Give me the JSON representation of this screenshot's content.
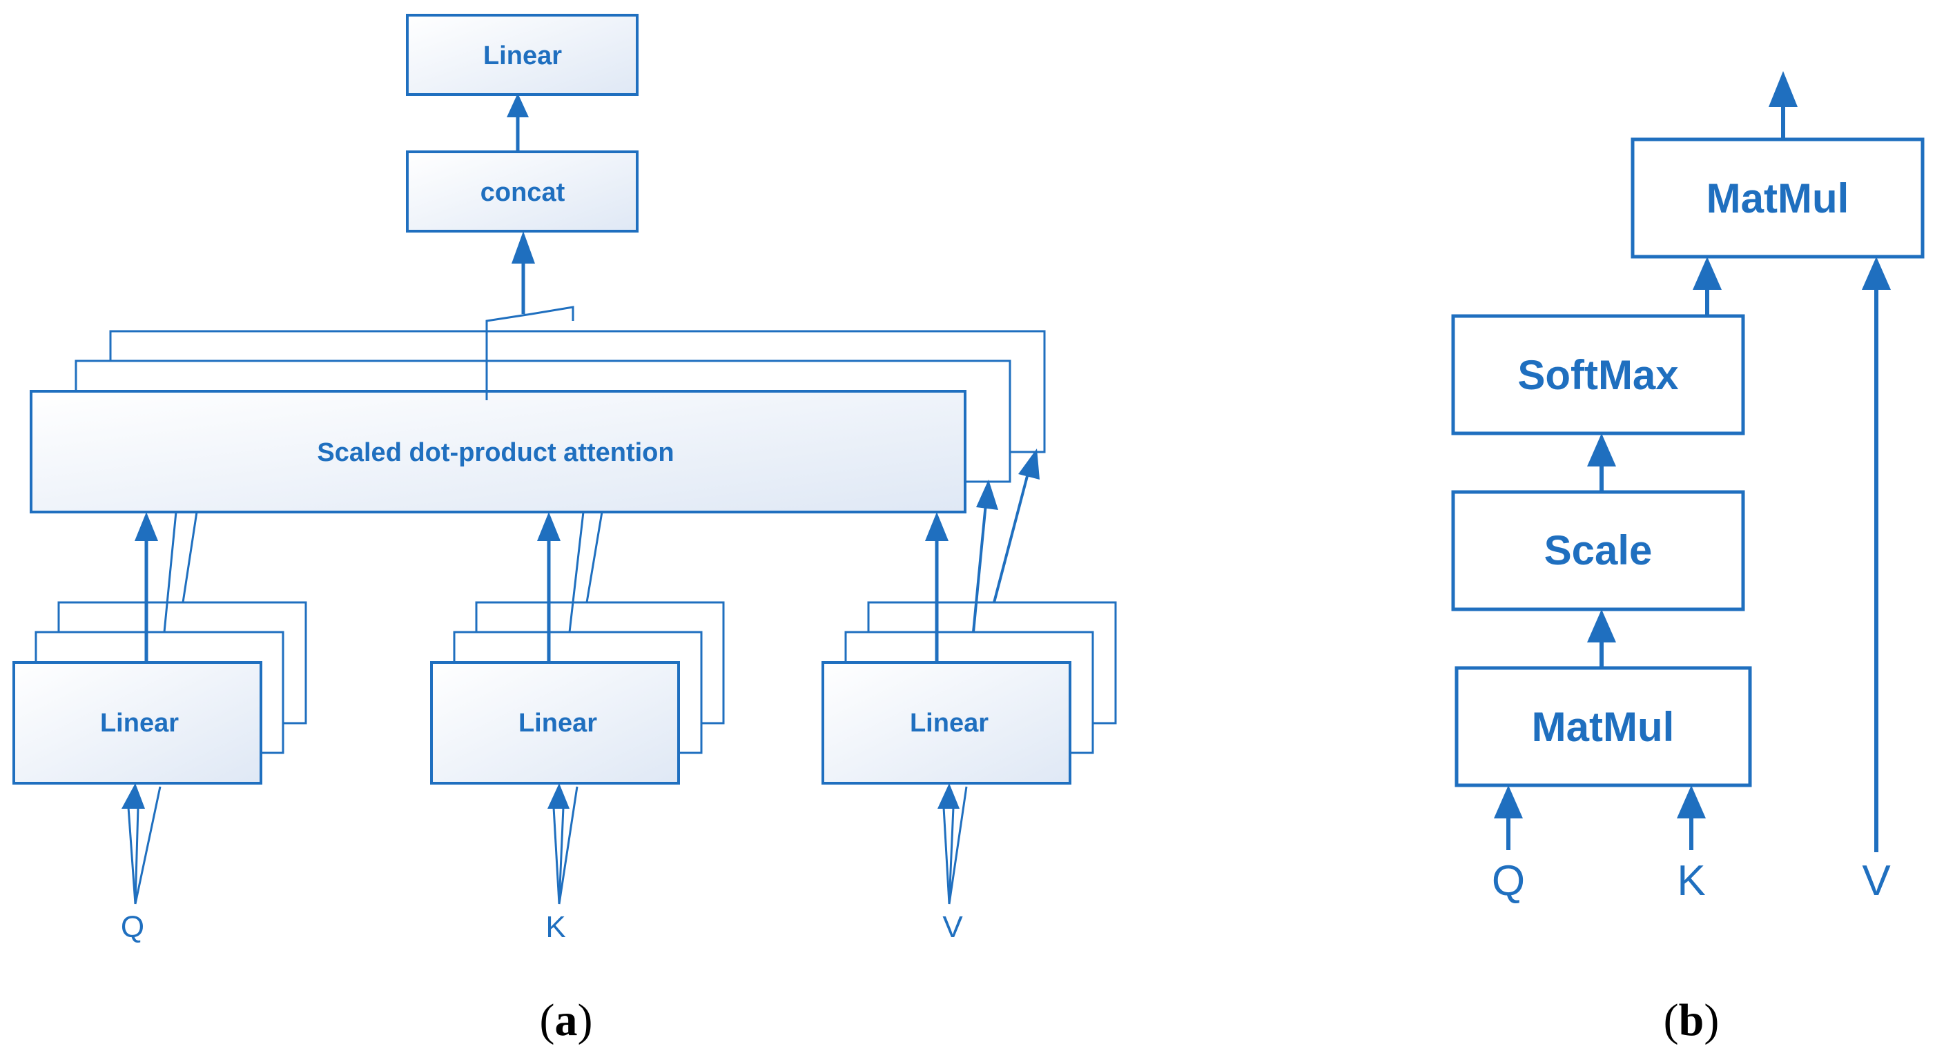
{
  "panel_a": {
    "caption_letter": "a",
    "top_linear": "Linear",
    "concat": "concat",
    "attention": "Scaled dot-product attention",
    "linear_q": "Linear",
    "linear_k": "Linear",
    "linear_v": "Linear",
    "input_q": "Q",
    "input_k": "K",
    "input_v": "V"
  },
  "panel_b": {
    "caption_letter": "b",
    "matmul_top": "MatMul",
    "softmax": "SoftMax",
    "scale": "Scale",
    "matmul_bottom": "MatMul",
    "input_q": "Q",
    "input_k": "K",
    "input_v": "V"
  },
  "colors": {
    "stroke": "#1f6fbf",
    "box_fill_top": "#ffffff",
    "box_fill_bottom": "#dfe8f5"
  }
}
